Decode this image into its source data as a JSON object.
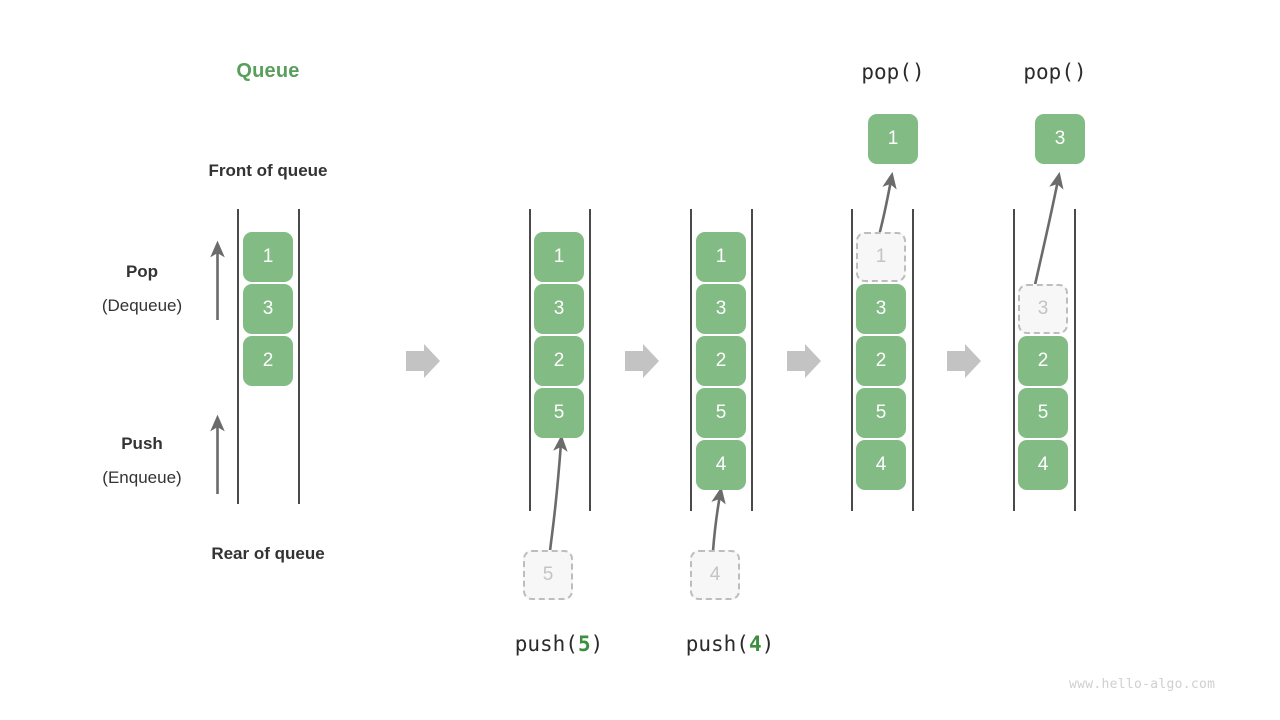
{
  "diagram": {
    "title": "Queue",
    "watermark": "www.hello-algo.com",
    "accent_green": "#5A9E5D",
    "cell_green": "#82bb84",
    "ghost_gray": "#c4c4c4",
    "rail_color": "#4a4a4a",
    "arrow_gray": "#c3c3c3",
    "thin_arrow_color": "#6b6b6b"
  },
  "legend": {
    "front_label": "Front of queue",
    "rear_label": "Rear of queue",
    "pop_label": "Pop",
    "pop_sub_label": "(Dequeue)",
    "push_label": "Push",
    "push_sub_label": "(Enqueue)"
  },
  "columns": [
    {
      "id": "initial",
      "caption": "",
      "op_prefix": "",
      "op_arg": "",
      "op_suffix": "",
      "cells": [
        "1",
        "3",
        "2"
      ],
      "incoming": null,
      "popped": null
    },
    {
      "id": "push-5",
      "caption": "push(5)",
      "op_prefix": "push(",
      "op_arg": "5",
      "op_suffix": ")",
      "cells": [
        "1",
        "3",
        "2",
        "5"
      ],
      "incoming": "5",
      "popped": null
    },
    {
      "id": "push-4",
      "caption": "push(4)",
      "op_prefix": "push(",
      "op_arg": "4",
      "op_suffix": ")",
      "cells": [
        "1",
        "3",
        "2",
        "5",
        "4"
      ],
      "incoming": "4",
      "popped": null
    },
    {
      "id": "pop-1",
      "caption": "pop()",
      "op_prefix": "pop()",
      "op_arg": "",
      "op_suffix": "",
      "cells": [
        "1",
        "3",
        "2",
        "5",
        "4"
      ],
      "ghost_index": 0,
      "incoming": null,
      "popped": "1"
    },
    {
      "id": "pop-3",
      "caption": "pop()",
      "op_prefix": "pop()",
      "op_arg": "",
      "op_suffix": "",
      "cells": [
        "3",
        "2",
        "5",
        "4"
      ],
      "ghost_index": 0,
      "incoming": null,
      "popped": "3"
    }
  ],
  "cells": {
    "c0_0": "1",
    "c0_1": "3",
    "c0_2": "2",
    "c1_0": "1",
    "c1_1": "3",
    "c1_2": "2",
    "c1_3": "5",
    "c2_0": "1",
    "c2_1": "3",
    "c2_2": "2",
    "c2_3": "5",
    "c2_4": "4",
    "c3_0": "1",
    "c3_1": "3",
    "c3_2": "2",
    "c3_3": "5",
    "c3_4": "4",
    "c4_0": "3",
    "c4_1": "2",
    "c4_2": "5",
    "c4_3": "4",
    "in1": "5",
    "in2": "4",
    "out3": "1",
    "out4": "3"
  },
  "op_labels": {
    "pop_top_1": "pop()",
    "pop_top_2": "pop()",
    "push_5_prefix": "push(",
    "push_5_arg": "5",
    "push_5_suffix": ")",
    "push_4_prefix": "push(",
    "push_4_arg": "4",
    "push_4_suffix": ")"
  }
}
